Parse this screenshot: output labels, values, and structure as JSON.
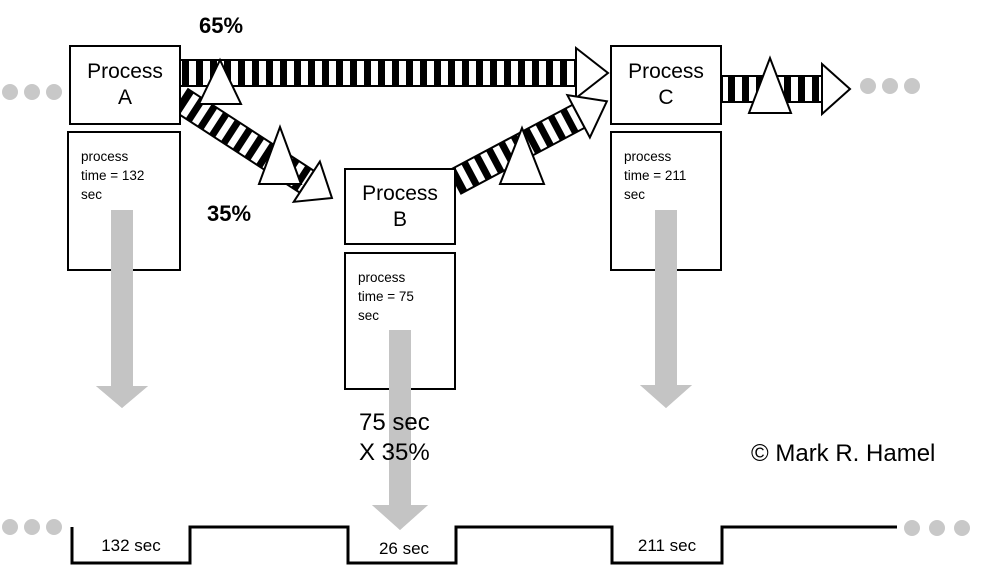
{
  "processes": [
    {
      "line1": "Process",
      "line2": "A"
    },
    {
      "line1": "Process",
      "line2": "B"
    },
    {
      "line1": "Process",
      "line2": "C"
    }
  ],
  "info": [
    {
      "line1": "process",
      "line2": "time = 132",
      "line3": "sec"
    },
    {
      "line1": "process",
      "line2": "time = 75",
      "line3": "sec"
    },
    {
      "line1": "process",
      "line2": "time = 211",
      "line3": "sec"
    }
  ],
  "split": {
    "top_pct": "65%",
    "bottom_pct": "35%"
  },
  "calculation": {
    "line1": "75 sec",
    "line2": "X 35%"
  },
  "timeline": {
    "seg_a": "132 sec",
    "seg_b": "26 sec",
    "seg_c": "211 sec"
  },
  "copyright": "© Mark R. Hamel",
  "colors": {
    "stripe_dark": "#000000",
    "down_arrow": "#c4c4c4",
    "dots": "#c8c8c8"
  }
}
